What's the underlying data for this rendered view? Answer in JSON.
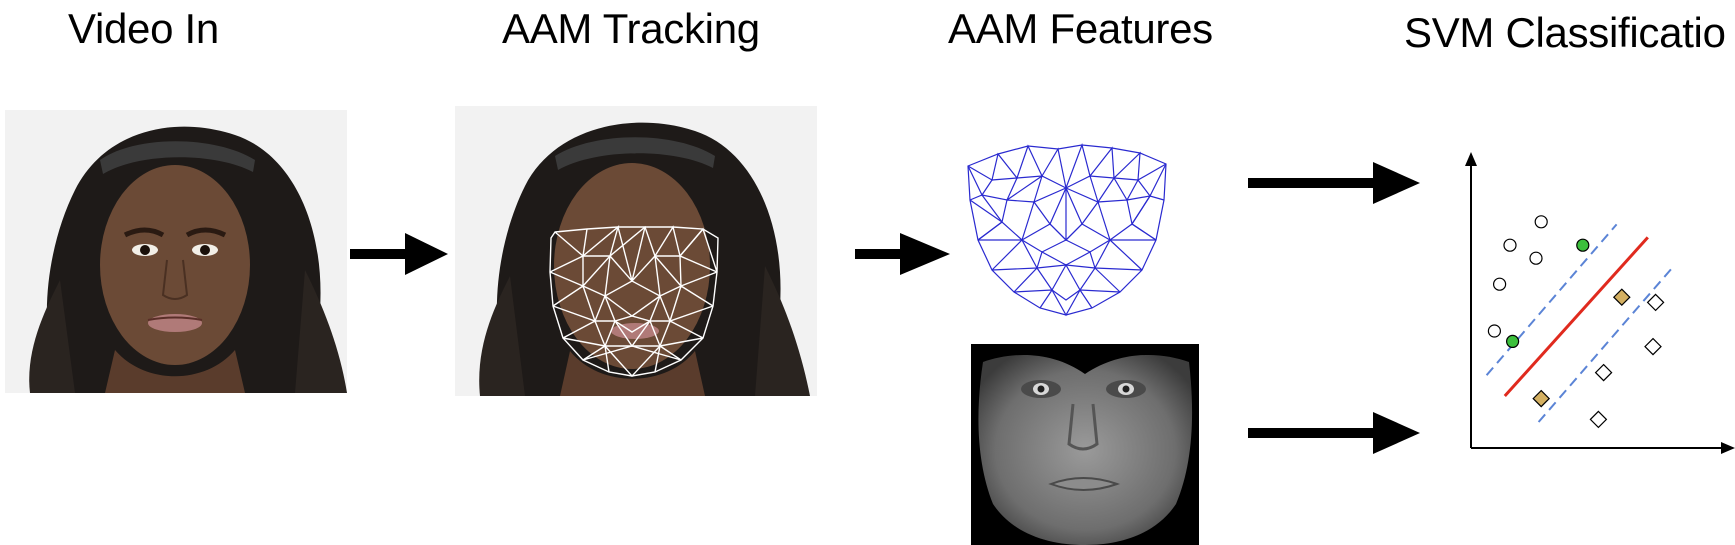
{
  "titles": {
    "video_in": "Video In",
    "aam_tracking": "AAM Tracking",
    "aam_features": "AAM Features",
    "svm_classification": "SVM Classificatio"
  },
  "images": {
    "input_frame": "face-photo",
    "tracked_frame": "face-photo-with-white-mesh",
    "shape_features": "blue-triangulated-mesh",
    "appearance_features": "grayscale-normalized-face"
  },
  "colors": {
    "mesh_tracking": "#ffffff",
    "mesh_shape": "#2a2ad0",
    "arrow": "#000000",
    "hyperplane": "#e02a1e",
    "margin": "#5b84d6",
    "support_vector_circle": "#3cbf3c",
    "support_vector_diamond": "#d4b062"
  },
  "svm_plot": {
    "class_a": [
      [
        1.5,
        7.8
      ],
      [
        2.7,
        8.7
      ],
      [
        2.5,
        7.3
      ],
      [
        1.1,
        6.3
      ],
      [
        0.9,
        4.5
      ]
    ],
    "class_a_support": [
      [
        4.3,
        7.8
      ],
      [
        1.6,
        4.1
      ]
    ],
    "class_b": [
      [
        7.1,
        5.6
      ],
      [
        7.0,
        3.9
      ],
      [
        5.1,
        2.9
      ],
      [
        4.9,
        1.1
      ]
    ],
    "class_b_support": [
      [
        5.8,
        5.8
      ],
      [
        2.7,
        1.9
      ]
    ]
  }
}
